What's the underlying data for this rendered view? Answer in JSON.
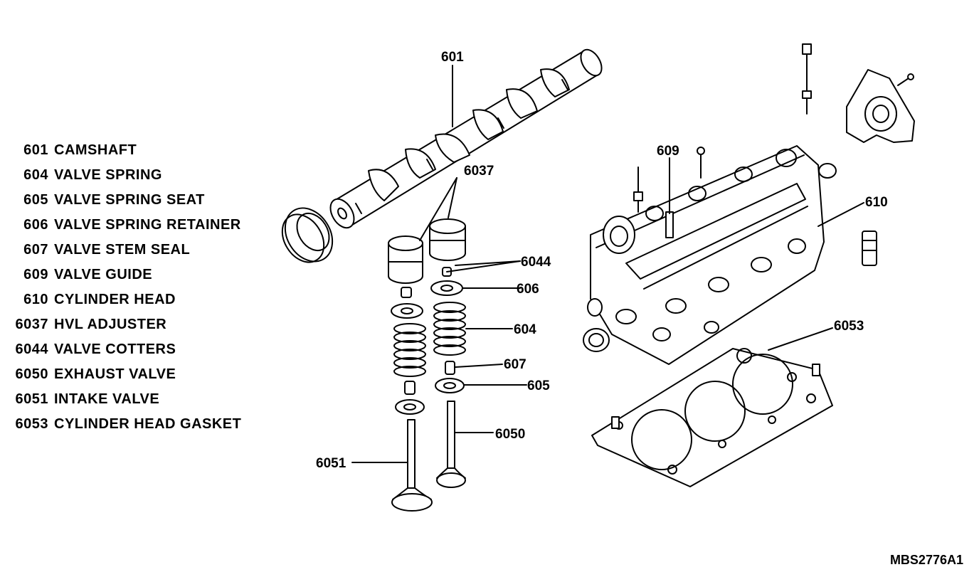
{
  "legend": [
    {
      "number": "601",
      "name": "CAMSHAFT"
    },
    {
      "number": "604",
      "name": "VALVE SPRING"
    },
    {
      "number": "605",
      "name": "VALVE SPRING SEAT"
    },
    {
      "number": "606",
      "name": "VALVE SPRING RETAINER"
    },
    {
      "number": "607",
      "name": "VALVE STEM SEAL"
    },
    {
      "number": "609",
      "name": "VALVE GUIDE"
    },
    {
      "number": "610",
      "name": "CYLINDER HEAD"
    },
    {
      "number": "6037",
      "name": "HVL ADJUSTER"
    },
    {
      "number": "6044",
      "name": "VALVE COTTERS"
    },
    {
      "number": "6050",
      "name": "EXHAUST VALVE"
    },
    {
      "number": "6051",
      "name": "INTAKE VALVE"
    },
    {
      "number": "6053",
      "name": "CYLINDER HEAD GASKET"
    }
  ],
  "callouts": {
    "c601": "601",
    "c6037": "6037",
    "c6044": "6044",
    "c606": "606",
    "c604": "604",
    "c607": "607",
    "c605": "605",
    "c6050": "6050",
    "c6051": "6051",
    "c609": "609",
    "c610": "610",
    "c6053": "6053"
  },
  "reference_code": "MBS2776A1"
}
